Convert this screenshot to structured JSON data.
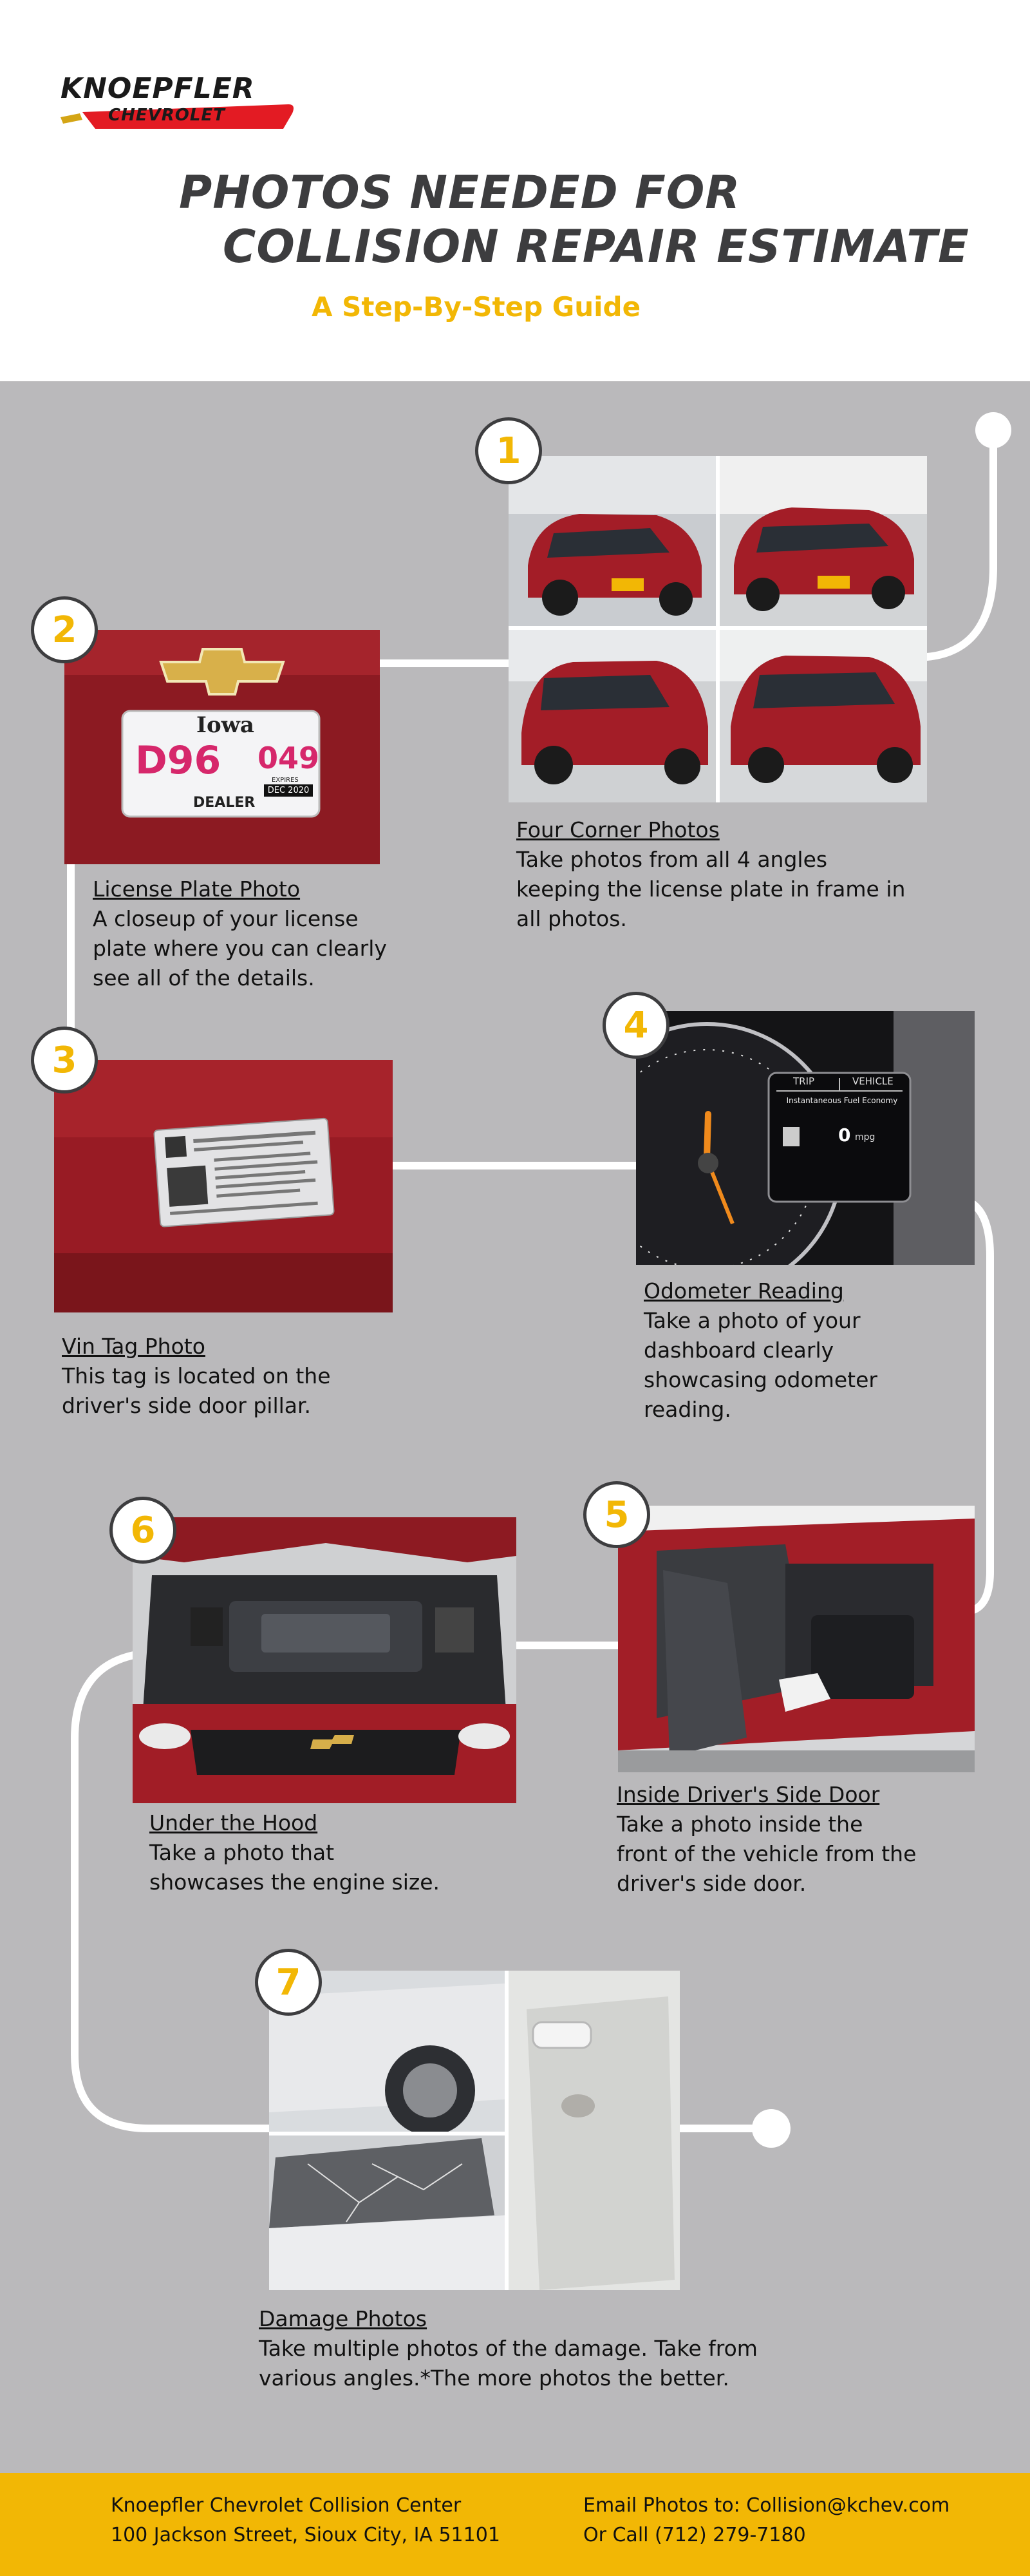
{
  "header": {
    "logo": {
      "brand_top": "KNOEPFLER",
      "brand_bottom": "CHEVROLET"
    },
    "title_line_1": "PHOTOS NEEDED FOR",
    "title_line_2": "COLLISION REPAIR ESTIMATE",
    "subtitle": "A Step-By-Step Guide"
  },
  "colors": {
    "accent": "#f2b705",
    "panel": "#bab9bb",
    "dark": "#3d3d3f",
    "car_red": "#9e1b24"
  },
  "steps": [
    {
      "number": "1",
      "title": "Four Corner Photos ",
      "body": [
        "Take photos from all 4 angles",
        "keeping the license plate in frame in",
        "all photos."
      ],
      "photo_icon": "car-four-corners-photo"
    },
    {
      "number": "2",
      "title": "License Plate Photo",
      "body": [
        "A closeup of your license",
        "plate where you can clearly",
        "see all of the details."
      ],
      "photo_icon": "license-plate-photo",
      "plate": {
        "state": "Iowa",
        "number_left": "D96",
        "number_right": "049",
        "expires_label": "EXPIRES",
        "expires_date": "DEC 2020",
        "dealer": "DEALER"
      }
    },
    {
      "number": "3",
      "title": "Vin Tag Photo",
      "body": [
        "This tag is located on the",
        "driver's side door pillar."
      ],
      "photo_icon": "vin-tag-photo"
    },
    {
      "number": "4",
      "title": "Odometer Reading",
      "body": [
        "Take a photo of your",
        "dashboard clearly",
        "showcasing  odometer",
        "reading."
      ],
      "photo_icon": "odometer-photo",
      "dash": {
        "tab_trip": "TRIP",
        "tab_vehicle": "VEHICLE",
        "readout_label": "Instantaneous Fuel Economy",
        "readout_value": "0",
        "readout_unit": "mpg"
      }
    },
    {
      "number": "5",
      "title": "Inside Driver's Side Door",
      "body": [
        "Take a photo inside the",
        "front of the vehicle from the",
        "driver's side door."
      ],
      "photo_icon": "open-door-photo"
    },
    {
      "number": "6",
      "title": "Under the Hood",
      "body": [
        "Take a photo that",
        "showcases the engine size."
      ],
      "photo_icon": "engine-bay-photo"
    },
    {
      "number": "7",
      "title": "Damage Photos",
      "body": [
        "Take multiple photos of the damage. Take from",
        "various angles.*The more photos the better."
      ],
      "photo_icon": "damage-photo"
    }
  ],
  "footer": {
    "company": "Knoepfler Chevrolet Collision Center",
    "address": "100 Jackson Street, Sioux City, IA 51101",
    "email_line": "Email Photos to: Collision@kchev.com",
    "phone_line": "Or Call (712) 279-7180"
  }
}
